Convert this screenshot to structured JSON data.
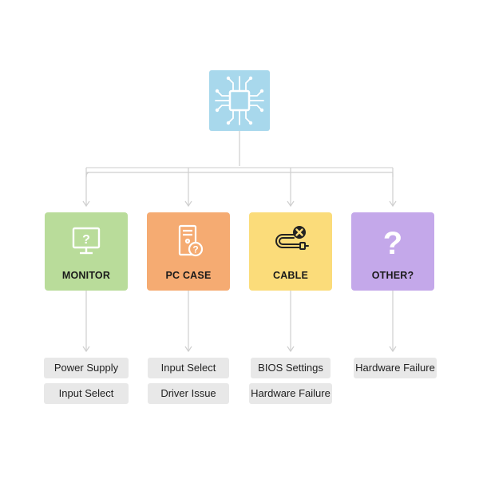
{
  "root": {
    "icon": "circuit-chip-icon",
    "color": "#a8d8ec"
  },
  "categories": [
    {
      "label": "MONITOR",
      "icon": "monitor-question-icon",
      "color": "#b9dc9a",
      "items": [
        "Power Supply",
        "Input Select"
      ]
    },
    {
      "label": "PC CASE",
      "icon": "pc-tower-question-icon",
      "color": "#f5ab72",
      "items": [
        "Input Select",
        "Driver Issue"
      ]
    },
    {
      "label": "CABLE",
      "icon": "cable-error-icon",
      "color": "#fbdc7a",
      "items": [
        "BIOS Settings",
        "Hardware Failure"
      ]
    },
    {
      "label": "OTHER?",
      "icon": "question-mark-icon",
      "color": "#c4a8ea",
      "items": [
        "Hardware Failure"
      ]
    }
  ]
}
